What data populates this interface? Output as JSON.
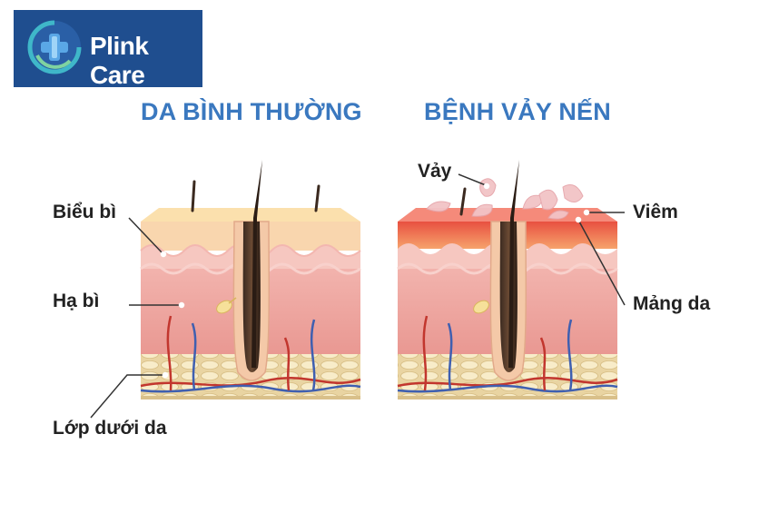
{
  "brand": {
    "name": "Plink Care",
    "colors": {
      "logo_bg": "#1f4e8f",
      "title": "#3a78bf"
    }
  },
  "panels": {
    "normal": {
      "title": "DA BÌNH THƯỜNG"
    },
    "psoriasis": {
      "title": "BỆNH VẢY NẾN"
    }
  },
  "labels": {
    "epidermis": "Biểu bì",
    "dermis": "Hạ bì",
    "subcutaneous": "Lớp dưới da",
    "scale": "Vảy",
    "inflammation": "Viêm",
    "plaque": "Mảng da"
  }
}
